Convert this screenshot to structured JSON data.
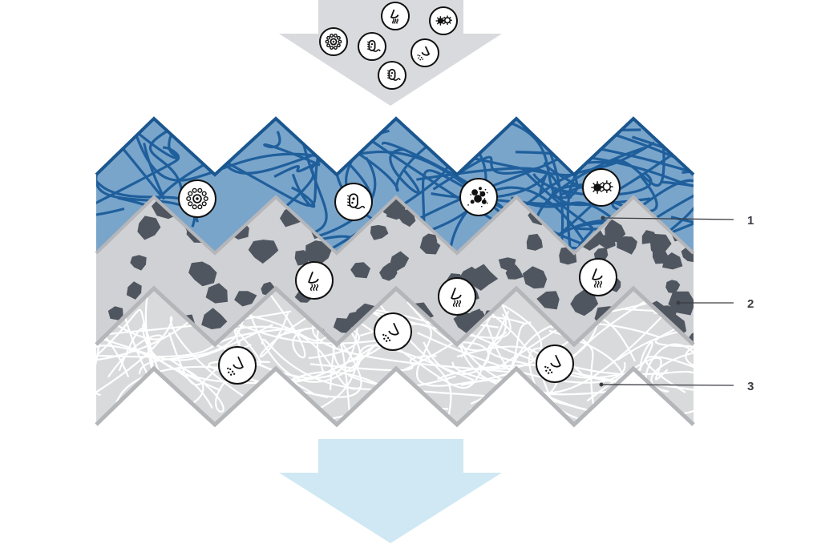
{
  "diagram": {
    "layers": [
      {
        "label": "1",
        "color": "#1f5f9c",
        "fill_light": "#7aa5cb"
      },
      {
        "label": "2",
        "color": "#cfd1d4",
        "particle_color": "#4f5660"
      },
      {
        "label": "3",
        "color": "#d9dadc",
        "fiber_color": "#ffffff"
      }
    ],
    "arrows": {
      "inflow_color": "#d9dadd",
      "outflow_color": "#cfe8f3"
    },
    "icons": {
      "inflow": [
        "virus-icon",
        "bacteria-icon",
        "odor-icon",
        "germ-icon",
        "dust-icon",
        "bacterium-icon"
      ],
      "layer1": [
        "virus-icon",
        "bacteria-icon",
        "dust-icon",
        "germ-icon"
      ],
      "layer2": [
        "odor-icon",
        "odor-icon",
        "odor-icon"
      ],
      "layer3": [
        "fine-dust-icon",
        "fine-dust-icon",
        "fine-dust-icon"
      ]
    }
  }
}
